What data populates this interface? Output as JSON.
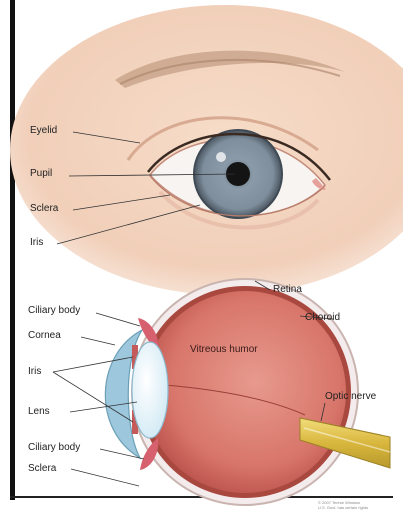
{
  "colors": {
    "frame": "#111111",
    "skin": "#f3d3bd",
    "iris": "#8798a8",
    "pupil": "#141414",
    "globe_red": "#d8756a",
    "cornea_blue": "#9cc7dc",
    "lens": "#e6f4fb",
    "optic_nerve": "#e0c24a"
  },
  "external_eye": {
    "labels": {
      "eyelid": "Eyelid",
      "pupil": "Pupil",
      "sclera": "Sclera",
      "iris": "Iris"
    }
  },
  "cross_section": {
    "labels": {
      "ciliary_body_top": "Ciliary body",
      "cornea": "Cornea",
      "iris": "Iris",
      "lens": "Lens",
      "ciliary_body_bottom": "Ciliary body",
      "sclera": "Sclera",
      "retina": "Retina",
      "choroid": "Choroid",
      "vitreous_humor": "Vitreous humor",
      "optic_nerve": "Optic nerve"
    }
  },
  "credit": {
    "line1": "© 2007 Terese Winslow",
    "line2": "U.S. Govt. has certain rights"
  }
}
